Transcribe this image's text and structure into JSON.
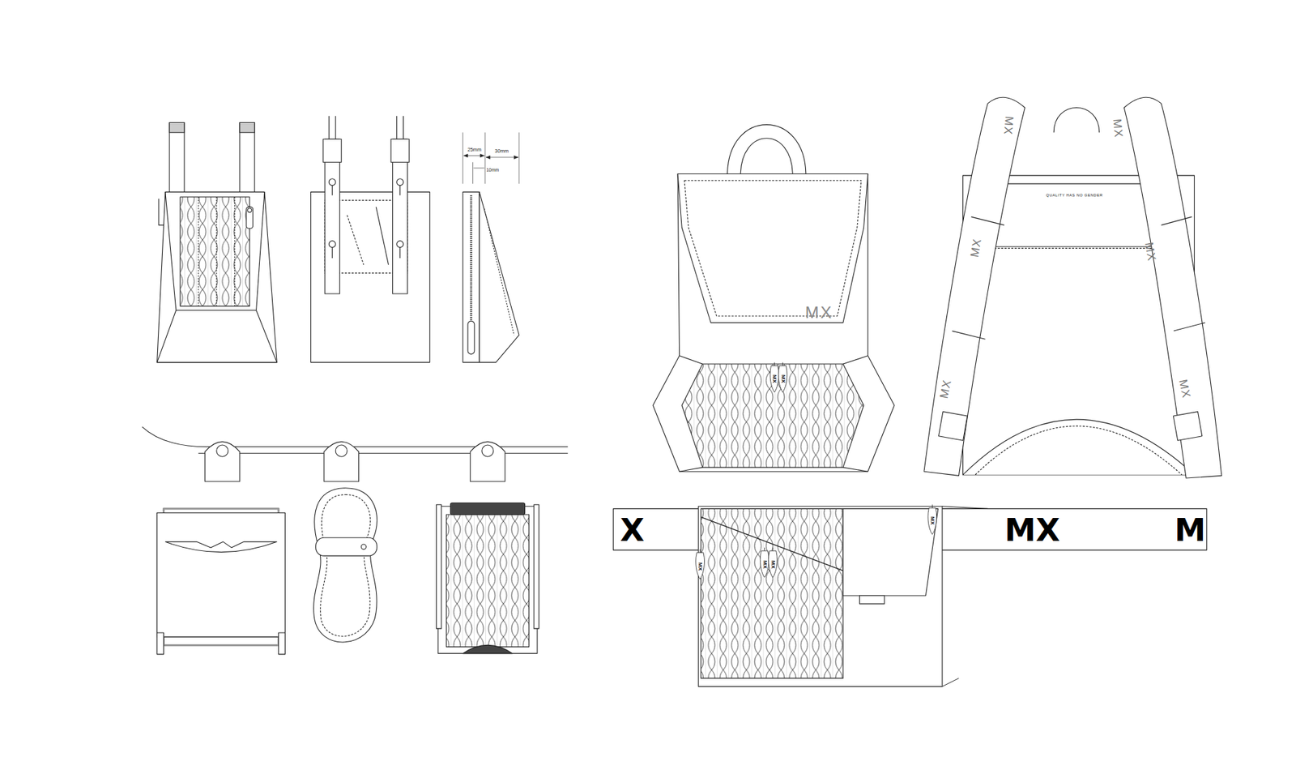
{
  "diagram": {
    "labels": [
      "25mm",
      "30mm",
      "10mm",
      "MX",
      "MX",
      "MX",
      "QUALITY HAS NO GENDER",
      "MX",
      "MX",
      "MX",
      "MX",
      "MX",
      "MX",
      "X",
      "MX",
      "M",
      "MX",
      "MX",
      "MX",
      "MX"
    ]
  }
}
